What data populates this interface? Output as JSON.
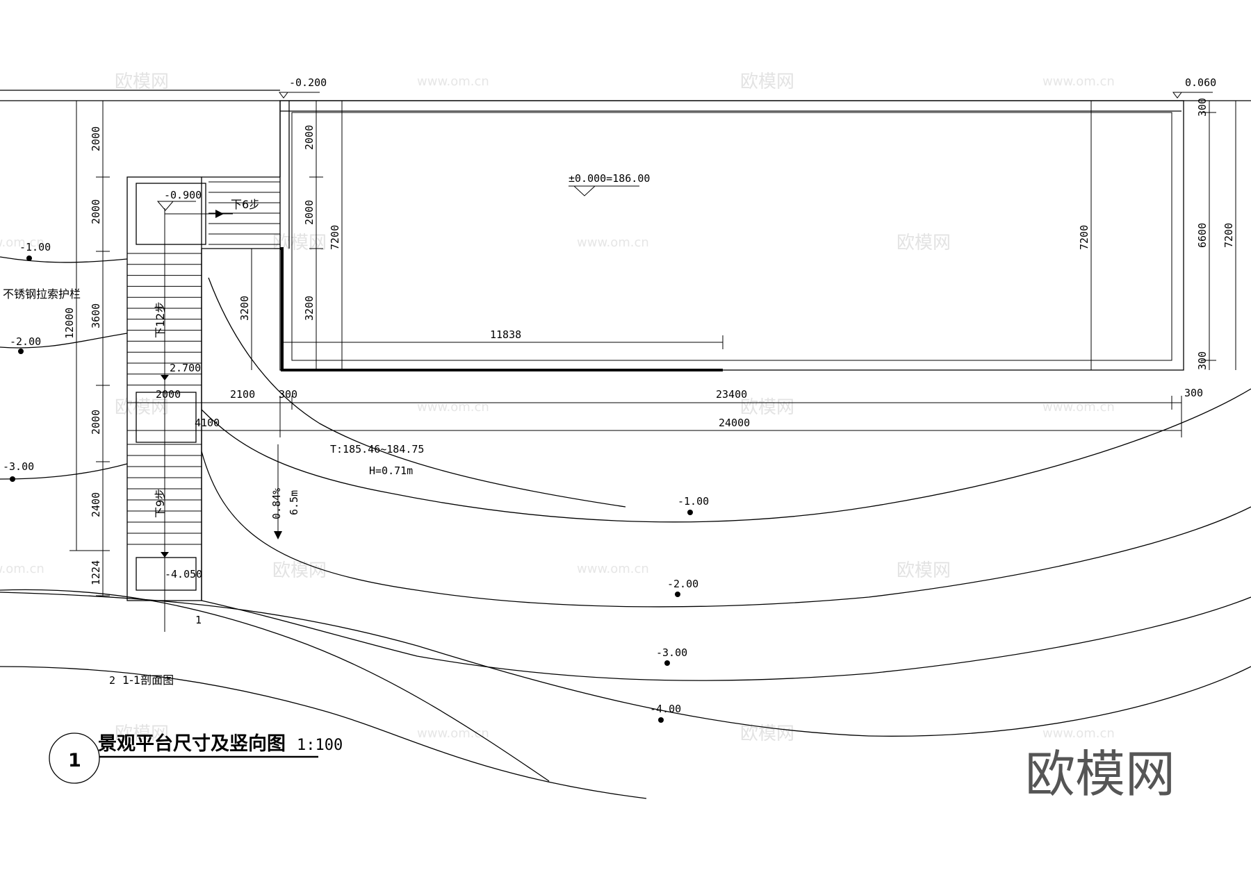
{
  "elevations": {
    "top_left_entry": "-0.200",
    "top_right": "0.060",
    "platform_datum": "±0.000=186.00",
    "landing_upper": "-0.900",
    "landing_mid": "2.700",
    "landing_bottom": "-4.050"
  },
  "contours": {
    "left_1": "-1.00",
    "left_2": "-2.00",
    "left_3": "-3.00",
    "right_1": "-1.00",
    "right_2": "-2.00",
    "right_3": "-3.00",
    "right_4": "-4.00"
  },
  "steps": {
    "upper": "下6步",
    "middle": "下12步",
    "lower": "下9步"
  },
  "dimensions": {
    "left_2000_a": "2000",
    "left_2000_b": "2000",
    "left_3600": "3600",
    "left_2000_c": "2000",
    "left_2400": "2400",
    "left_1224": "1224",
    "left_total": "12000",
    "inner_2000_a": "2000",
    "inner_2000_b": "2000",
    "inner_3200_a": "3200",
    "inner_7200": "7200",
    "stair_3200": "3200",
    "platform_7200": "7200",
    "right_300_top": "300",
    "right_6600": "6600",
    "right_300_bottom": "300",
    "right_7200": "7200",
    "wall_11838": "11838",
    "h_2000": "2000",
    "h_2100": "2100",
    "h_300": "300",
    "h_23400": "23400",
    "h_300_right": "300",
    "h_4100": "4100",
    "h_24000": "24000"
  },
  "annotations": {
    "railing": "不锈钢拉索护栏",
    "slope_range": "T:185.46~184.75",
    "slope_height": "H=0.71m",
    "slope_pct": "0.84%",
    "slope_len": "6.5m",
    "section_1": "1",
    "section_2": "2",
    "section_title": "1-1剖面图"
  },
  "title": {
    "number": "1",
    "text": "景观平台尺寸及竖向图",
    "scale": "1:100"
  },
  "watermark": {
    "brand": "欧模网",
    "url": "www.om.cn"
  }
}
